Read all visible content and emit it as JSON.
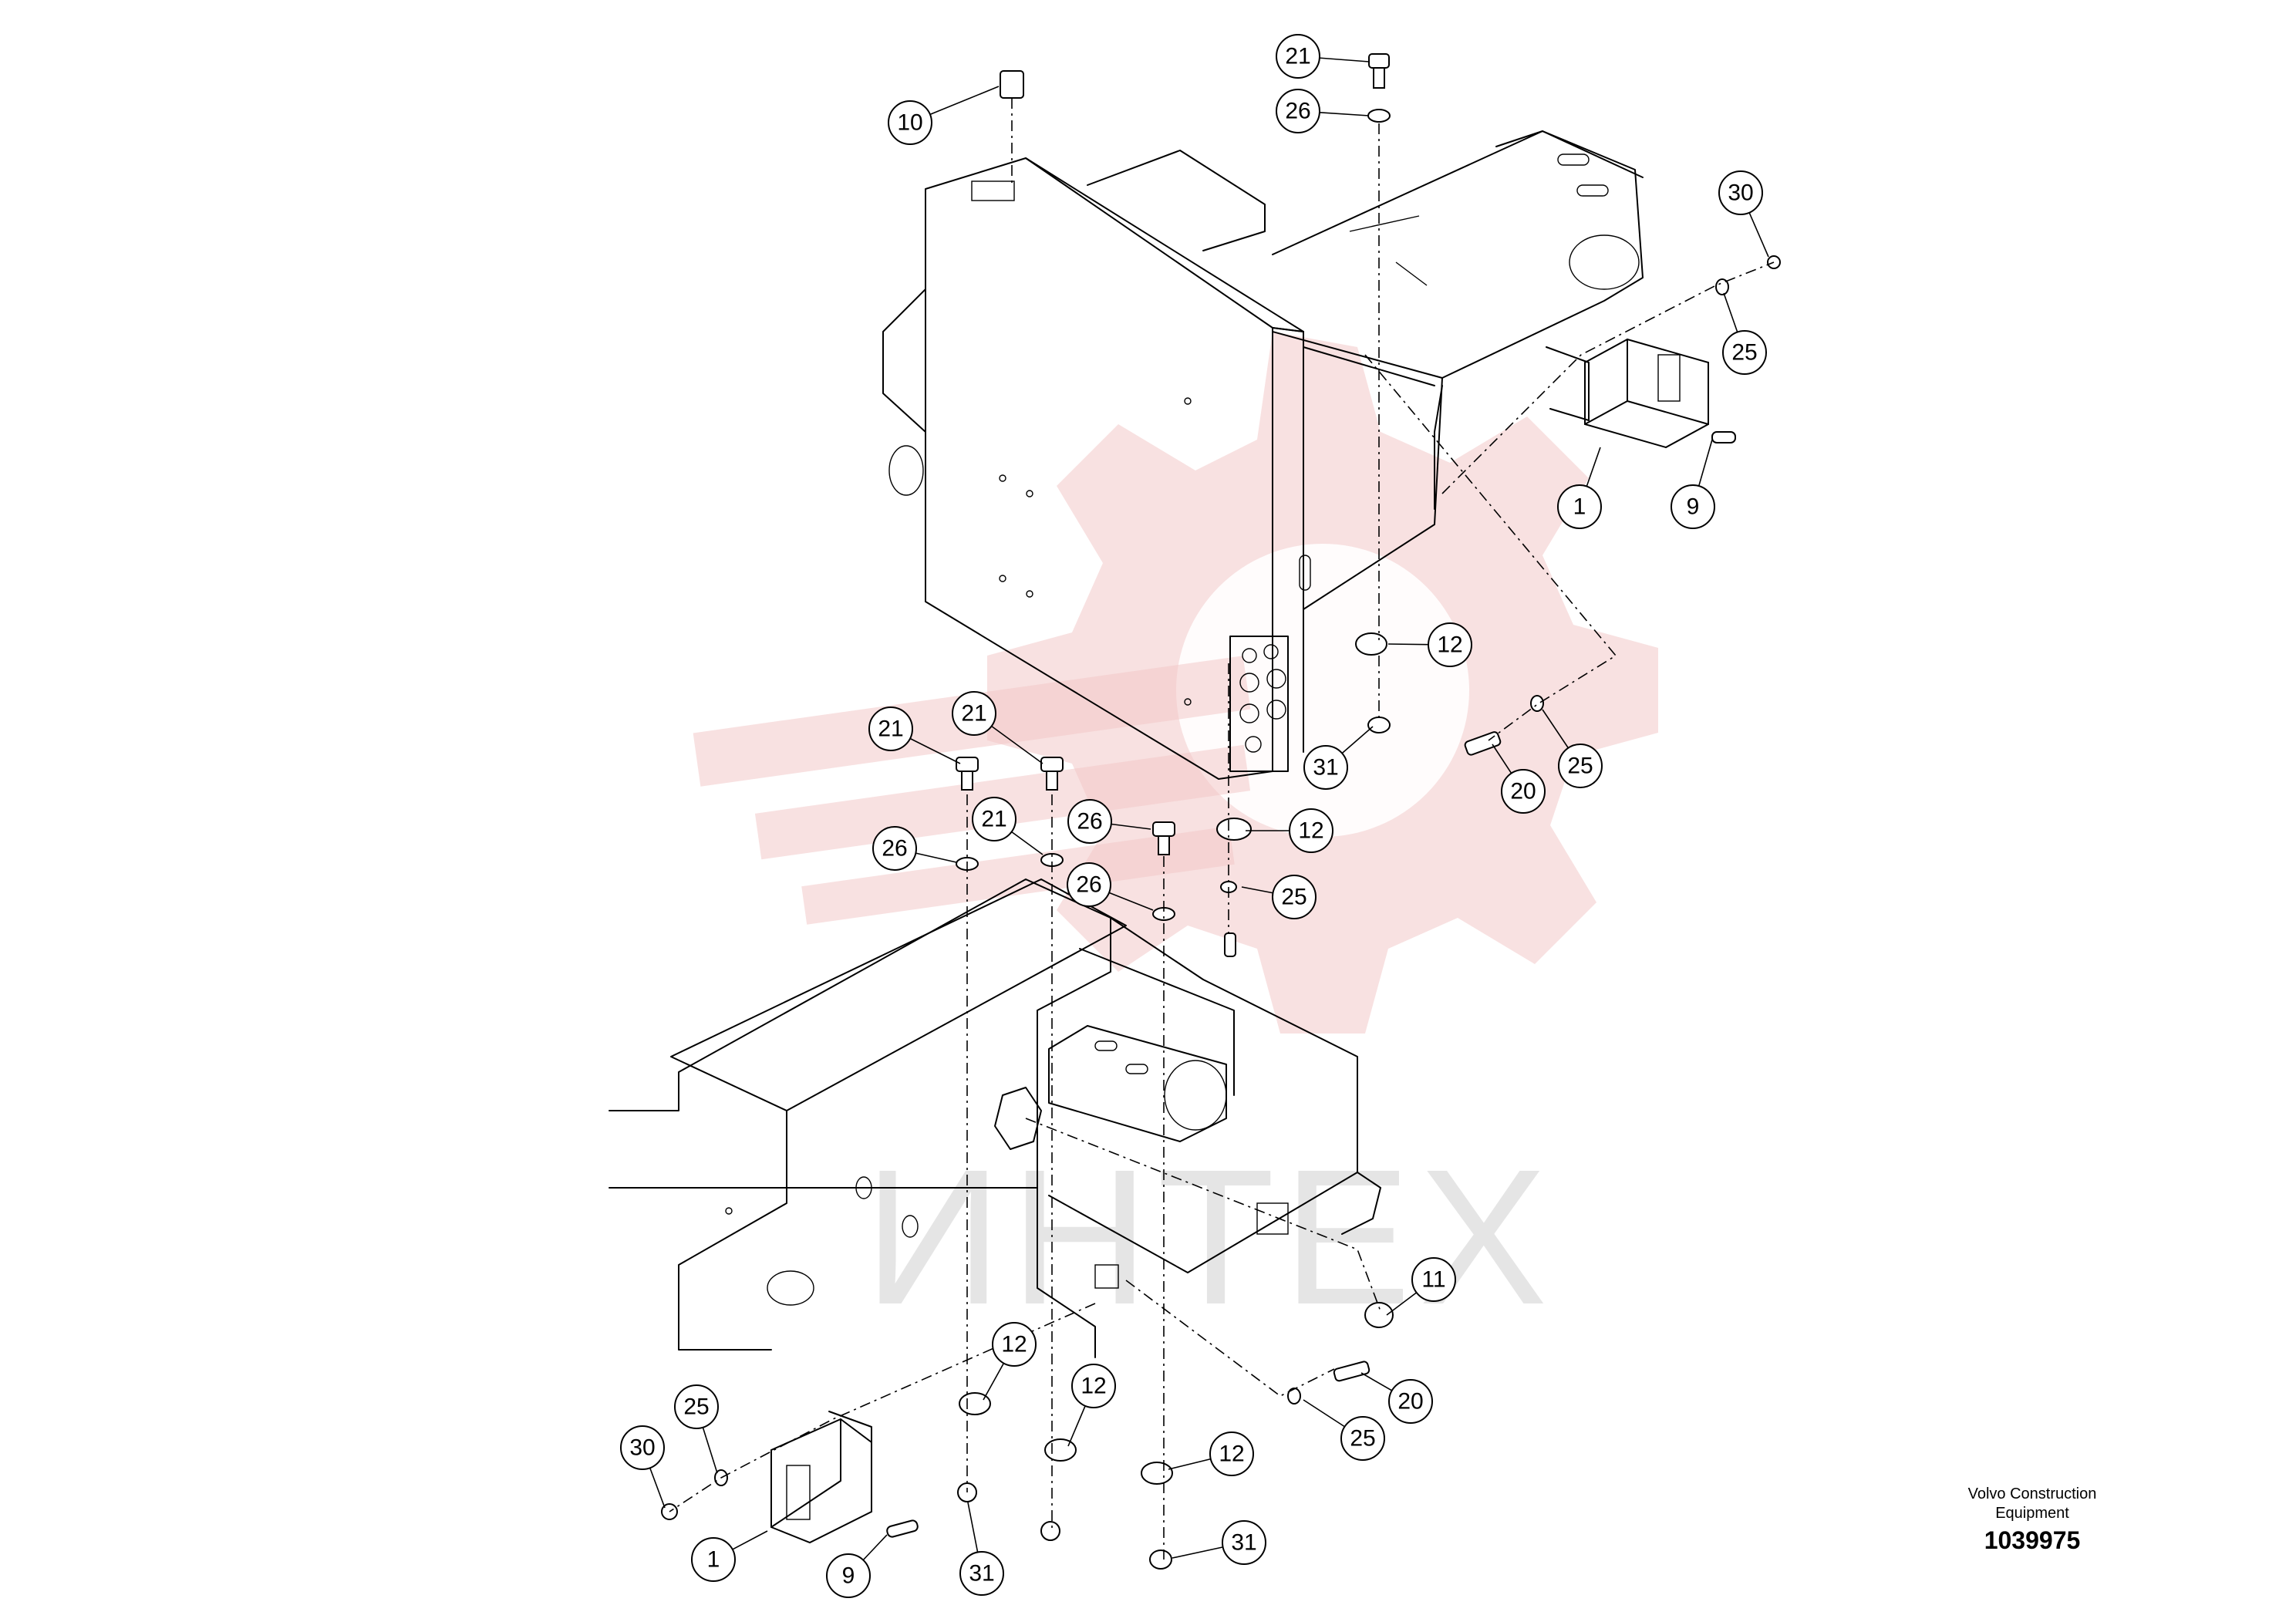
{
  "watermark": {
    "text": "ИНТЕХ",
    "gear_color": "#f2c8c8"
  },
  "brand": {
    "line1": "Volvo Construction",
    "line2": "Equipment"
  },
  "document_number": "1039975",
  "callouts": [
    {
      "label": "10"
    },
    {
      "label": "21"
    },
    {
      "label": "26"
    },
    {
      "label": "30"
    },
    {
      "label": "25"
    },
    {
      "label": "1"
    },
    {
      "label": "9"
    },
    {
      "label": "12"
    },
    {
      "label": "31"
    },
    {
      "label": "20"
    },
    {
      "label": "25"
    },
    {
      "label": "21"
    },
    {
      "label": "21"
    },
    {
      "label": "26"
    },
    {
      "label": "21"
    },
    {
      "label": "26"
    },
    {
      "label": "12"
    },
    {
      "label": "26"
    },
    {
      "label": "25"
    },
    {
      "label": "11"
    },
    {
      "label": "12"
    },
    {
      "label": "12"
    },
    {
      "label": "25"
    },
    {
      "label": "20"
    },
    {
      "label": "25"
    },
    {
      "label": "12"
    },
    {
      "label": "30"
    },
    {
      "label": "1"
    },
    {
      "label": "9"
    },
    {
      "label": "31"
    },
    {
      "label": "31"
    }
  ]
}
